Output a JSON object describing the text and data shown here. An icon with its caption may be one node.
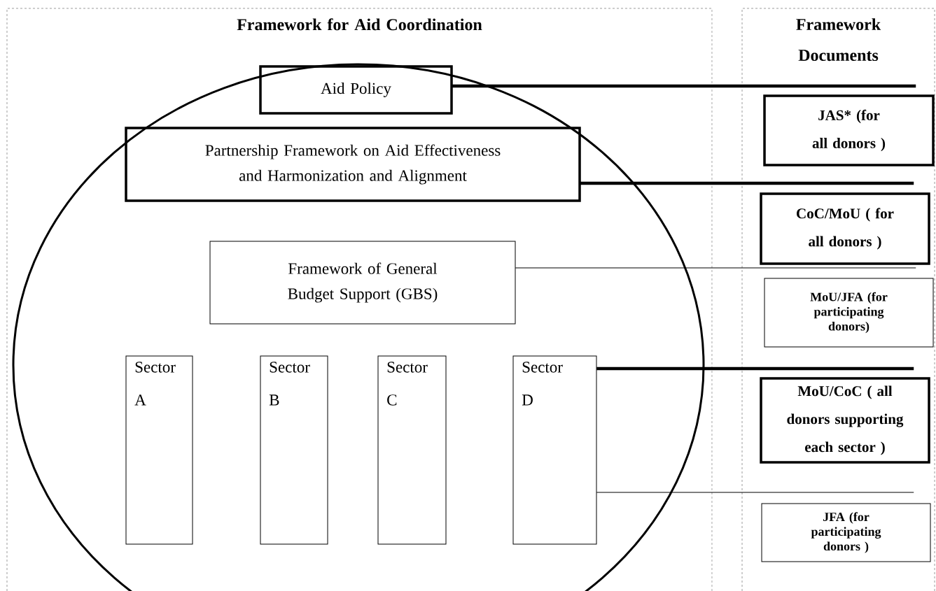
{
  "diagram": {
    "nodes": [
      {
        "text": [
          "Framework for Aid Coordination"
        ]
      },
      {
        "text": [
          "Framework Documents"
        ]
      },
      {
        "text": [
          "Aid Policy"
        ],
        "in": 0
      },
      {
        "text": [
          "Partnership Framework on Aid Effectiveness and Harmonization and Alignment"
        ],
        "in": 0
      },
      {
        "text": [
          "Framework of General Budget Support (GBS)"
        ],
        "in": 0
      },
      {
        "text": [
          "Sector A"
        ],
        "in": 0
      },
      {
        "text": [
          "Sector B"
        ],
        "in": 0
      },
      {
        "text": [
          "Sector C"
        ],
        "in": 0
      },
      {
        "text": [
          "Sector D"
        ],
        "in": 0
      },
      {
        "text": [
          "JAS* (for all donors )"
        ],
        "in": 1
      },
      {
        "text": [
          "CoC/MoU ( for all donors )"
        ],
        "in": 1
      },
      {
        "text": [
          "MoU/JFA (for participating donors)"
        ],
        "in": 1
      },
      {
        "text": [
          "MoU/CoC ( all donors supporting each sector )"
        ],
        "in": 1
      },
      {
        "text": [
          "JFA (for participating donors )"
        ],
        "in": 1
      }
    ],
    "edges": [
      {
        "from": 2,
        "to": 9,
        "arrow": "none"
      },
      {
        "from": 3,
        "to": 10,
        "arrow": "none"
      },
      {
        "from": 4,
        "to": 11,
        "arrow": "none"
      },
      {
        "from": 8,
        "to": 12,
        "arrow": "none"
      },
      {
        "from": 8,
        "to": 13,
        "arrow": "none"
      }
    ]
  }
}
